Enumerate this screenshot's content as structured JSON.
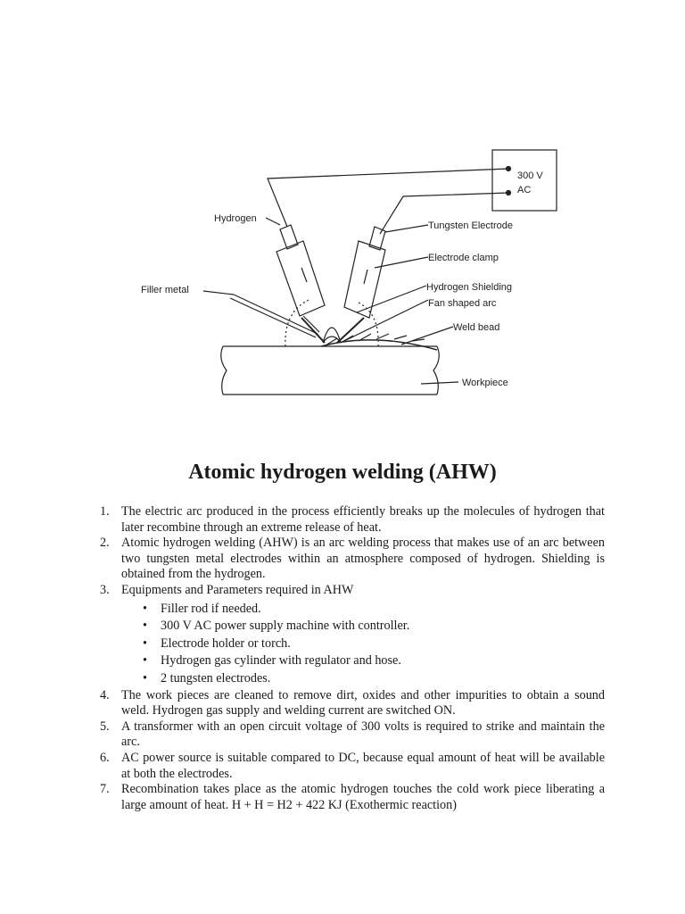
{
  "diagram": {
    "labels": {
      "power": [
        "300 V",
        "AC"
      ],
      "hydrogen": "Hydrogen",
      "tungsten_electrode": "Tungsten Electrode",
      "electrode_clamp": "Electrode clamp",
      "filler_metal": "Filler metal",
      "hydrogen_shielding": "Hydrogen Shielding",
      "fan_arc": "Fan shaped arc",
      "weld_bead": "Weld bead",
      "workpiece": "Workpiece"
    }
  },
  "document": {
    "title": "Atomic hydrogen welding (AHW)",
    "items": [
      {
        "num": "1.",
        "text": "The electric arc produced in the process efficiently breaks up the molecules of hydrogen that later recombine through an extreme release of heat."
      },
      {
        "num": "2.",
        "text": " Atomic hydrogen welding (AHW) is an arc welding process that makes use of an arc between two tungsten metal electrodes within an atmosphere composed of hydrogen. Shielding is obtained from the hydrogen."
      },
      {
        "num": "3.",
        "text": "Equipments and Parameters required in AHW"
      },
      {
        "num": "4.",
        "text": "The work pieces are cleaned to remove dirt, oxides and other impurities to obtain a sound weld. Hydrogen gas supply and welding current are switched ON."
      },
      {
        "num": "5.",
        "text": "A transformer with an open circuit voltage of 300 volts is required to strike and maintain the arc."
      },
      {
        "num": "6.",
        "text": "AC power source is suitable compared to DC, because equal amount of heat will be available at both the electrodes."
      },
      {
        "num": "7.",
        "text": "Recombination takes place as the atomic hydrogen touches the cold work piece liberating a large amount of heat. H + H = H2 + 422 KJ (Exothermic reaction)"
      }
    ],
    "bullet": "•",
    "equipment": [
      "Filler rod if needed.",
      "300 V AC power supply machine with controller.",
      "Electrode holder or torch.",
      "Hydrogen gas cylinder with regulator and hose.",
      " 2 tungsten electrodes."
    ]
  }
}
